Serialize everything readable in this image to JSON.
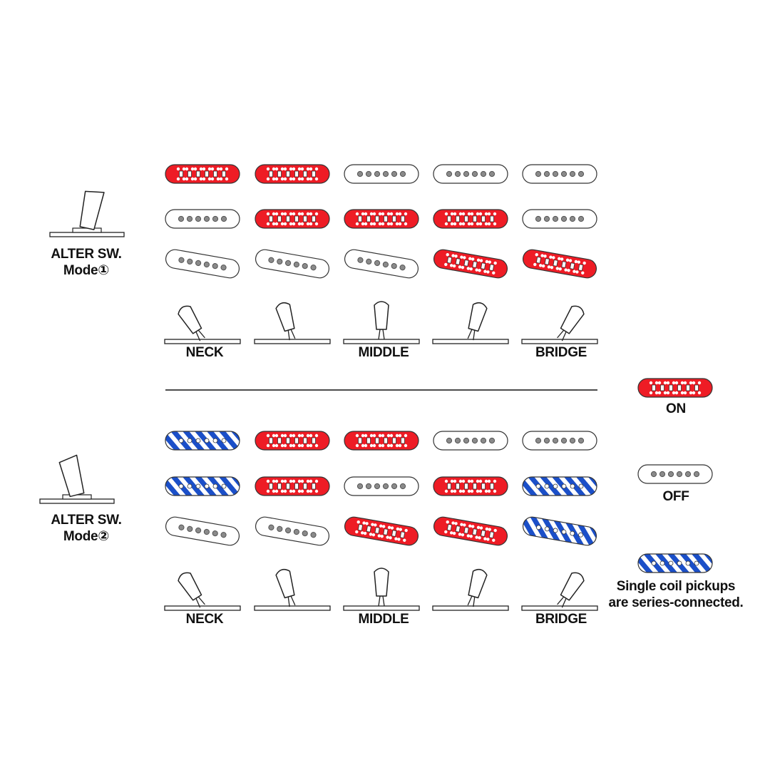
{
  "palette": {
    "on": "#ee1c25",
    "series": "#1b4fc8",
    "off": "#ffffff",
    "stroke": "#333333",
    "pole_off": "#8a8a8a"
  },
  "positions": [
    "NECK",
    "",
    "MIDDLE",
    "",
    "BRIDGE"
  ],
  "modes": [
    {
      "label_line1": "ALTER SW.",
      "label_line2": "Mode①",
      "switch_icon": "toggle-switch-icon",
      "rows": [
        [
          "on",
          "on",
          "off",
          "off",
          "off"
        ],
        [
          "off",
          "on",
          "on",
          "on",
          "off"
        ],
        [
          "off",
          "off",
          "off",
          "on",
          "on"
        ]
      ]
    },
    {
      "label_line1": "ALTER SW.",
      "label_line2": "Mode②",
      "switch_icon": "toggle-switch-icon",
      "rows": [
        [
          "series",
          "on",
          "on",
          "off",
          "off"
        ],
        [
          "series",
          "on",
          "off",
          "on",
          "series"
        ],
        [
          "off",
          "off",
          "on",
          "on",
          "series"
        ]
      ]
    }
  ],
  "legend": [
    {
      "state": "on",
      "label": "ON"
    },
    {
      "state": "off",
      "label": "OFF"
    },
    {
      "state": "series",
      "label": "Single coil pickups\nare series-connected."
    }
  ]
}
